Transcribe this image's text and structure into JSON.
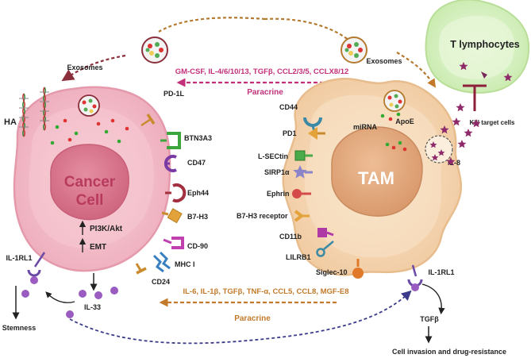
{
  "colors": {
    "cancer_cell": "#f2b9c4",
    "cancer_nucleus": "#d9748a",
    "cancer_text": "#b83b5e",
    "tam_cell": "#f6d8b6",
    "tam_nucleus": "#e4ad83",
    "tam_text": "#ffffff",
    "t_cell": "#d9f2c4",
    "paracrine_top": "#c2307a",
    "paracrine_bottom": "#c27a2a",
    "exosome_arrow": "#8a2f3b",
    "il33": "#9a5cc0",
    "inhibit": "#8e1f3a",
    "star": "#8e2a6a"
  },
  "labels": {
    "t_lymphocytes": "T lymphocytes",
    "kill_target_cells": "Kill target cells",
    "exosomes_left": "Exosomes",
    "exosomes_right": "Exosomes",
    "top_cytokines": "GM-CSF, IL-4/6/10/13, TGFβ, CCL2/3/5, CCLX8/12",
    "top_paracrine": "Paracrine",
    "bottom_cytokines": "IL-6, IL-1β, TGFβ, TNF-α, CCL5,  CCL8, MGF-E8",
    "bottom_paracrine": "Paracrine",
    "ha": "HA",
    "cancer_line1": "Cancer",
    "cancer_line2": "Cell",
    "pi3k": "PI3K/Akt",
    "emt": "EMT",
    "il1rl1_left": "IL-1RL1",
    "il33": "IL-33",
    "stemness": "Stemness",
    "tam": "TAM",
    "mirna": "miRNA",
    "apoe": "ApoE",
    "il8": "IL-8",
    "il1rl1_right": "IL-1RL1",
    "tgfb": "TGFβ",
    "invasion": "Cell invasion and drug-resistance"
  },
  "cancer_receptors": [
    "PD-1L",
    "BTN3A3",
    "CD47",
    "Eph44",
    "B7-H3",
    "CD-90",
    "MHC I",
    "CD24"
  ],
  "tam_receptors": [
    "CD44",
    "PD1",
    "L-SECtin",
    "SIRP1α",
    "Ephrin",
    "B7-H3 receptor",
    "CD11b",
    "LILRB1",
    "Siglec-10"
  ]
}
